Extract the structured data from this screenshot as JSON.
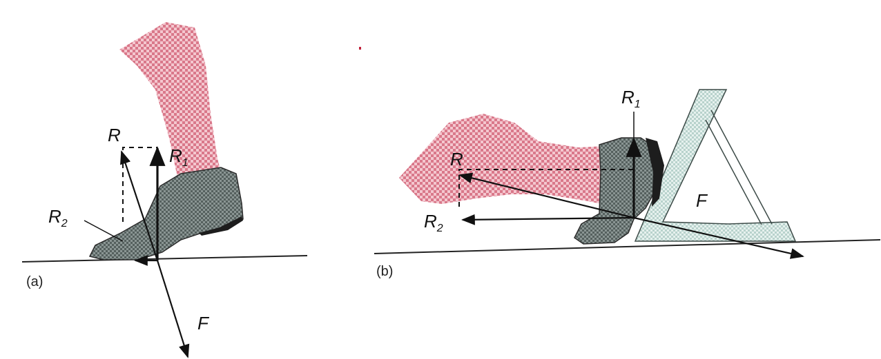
{
  "panel_a": {
    "caption": "(a)",
    "resultant": {
      "letter": "R"
    },
    "component_1": {
      "letter": "R",
      "subscript": "1"
    },
    "component_2": {
      "letter": "R",
      "subscript": "2"
    },
    "force": {
      "letter": "F"
    }
  },
  "panel_b": {
    "caption": "(b)",
    "resultant": {
      "letter": "R"
    },
    "component_1": {
      "letter": "R",
      "subscript": "1"
    },
    "component_2": {
      "letter": "R",
      "subscript": "2"
    },
    "force": {
      "letter": "F"
    }
  },
  "colors": {
    "leg_pattern": "#e08a9a",
    "shoe": "#6f7a78",
    "starting_block": "#cfe3df",
    "ink": "#111111"
  }
}
